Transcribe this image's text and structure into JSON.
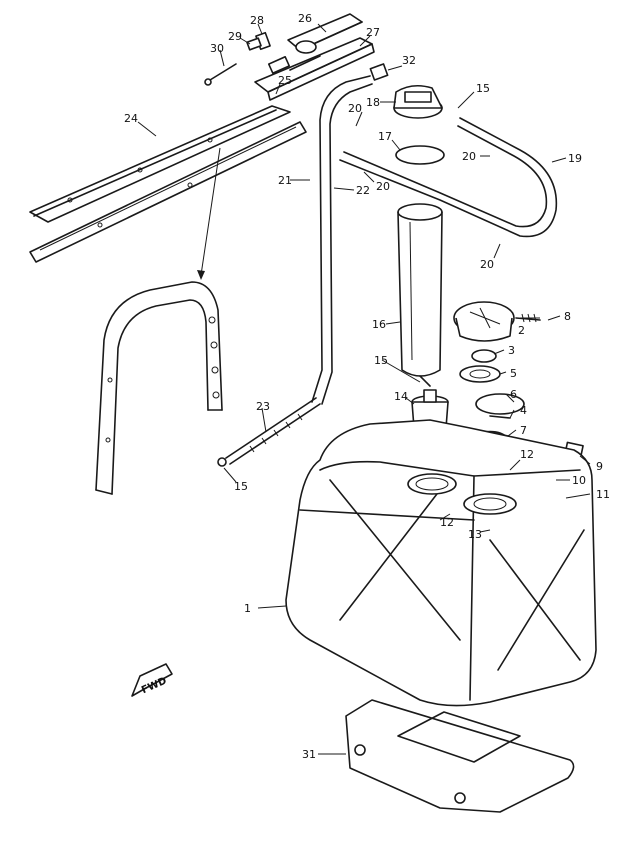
{
  "diagram": {
    "callouts": [
      "1",
      "2",
      "3",
      "4",
      "5",
      "6",
      "7",
      "8",
      "9",
      "10",
      "11",
      "12",
      "12",
      "13",
      "14",
      "15",
      "15",
      "15",
      "16",
      "17",
      "18",
      "19",
      "20",
      "20",
      "20",
      "20",
      "21",
      "22",
      "23",
      "24",
      "25",
      "26",
      "27",
      "28",
      "29",
      "30",
      "31",
      "32"
    ],
    "fwd_label": "FWD"
  }
}
